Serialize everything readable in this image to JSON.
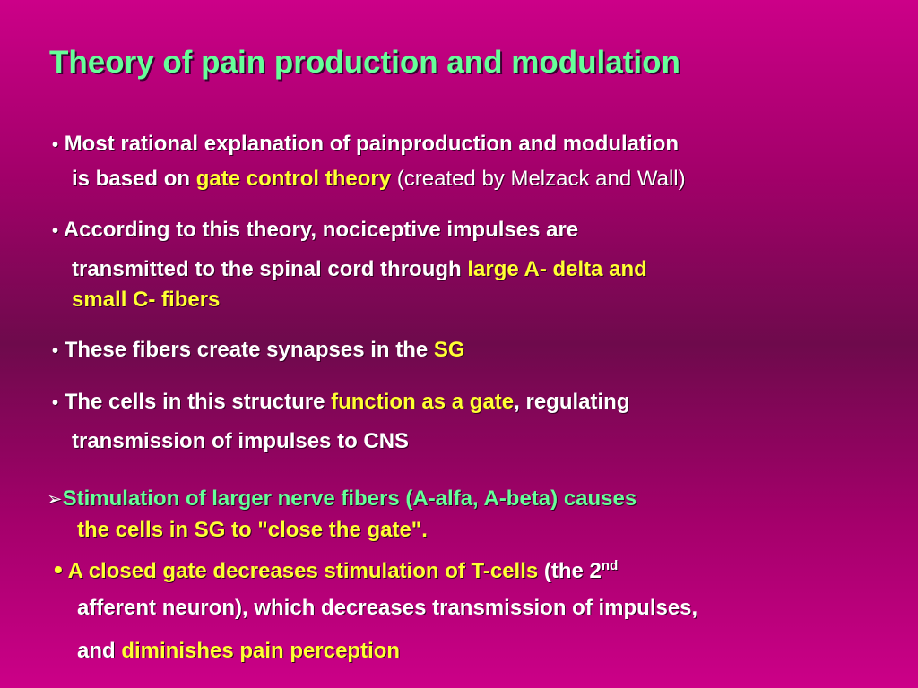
{
  "slide": {
    "title": "Theory of pain production and modulation",
    "bullet_char": "•",
    "arrow_char": "➢",
    "b1": {
      "l1": "Most rational explanation of painproduction and modulation",
      "l2a": "is based on ",
      "l2b": "gate control theory",
      "l2c": " (created by Melzack and Wall)"
    },
    "b2": {
      "l1": "According to this theory, nociceptive impulses are",
      "l2a": "transmitted to the spinal cord through ",
      "l2b": "large A- delta and",
      "l3": "small C- fibers"
    },
    "b3": {
      "l1a": "These fibers create synapses in the ",
      "l1b": "SG"
    },
    "b4": {
      "l1a": "The cells in this structure ",
      "l1b": "function as a gate",
      "l1c": ", regulating",
      "l2": "transmission  of impulses to CNS"
    },
    "arrow_item": {
      "l1": "Stimulation of larger nerve fibers (A-alfa, A-beta) causes",
      "l2": "the cells in SG to  \"close the gate\"."
    },
    "b5": {
      "l1a": "A closed gate decreases stimulation of T-cells",
      "l1b": " (the 2",
      "l1sup": "nd",
      "l2": "afferent neuron), which decreases transmission of impulses,",
      "l3a": "and ",
      "l3b": "diminishes pain perception"
    }
  }
}
